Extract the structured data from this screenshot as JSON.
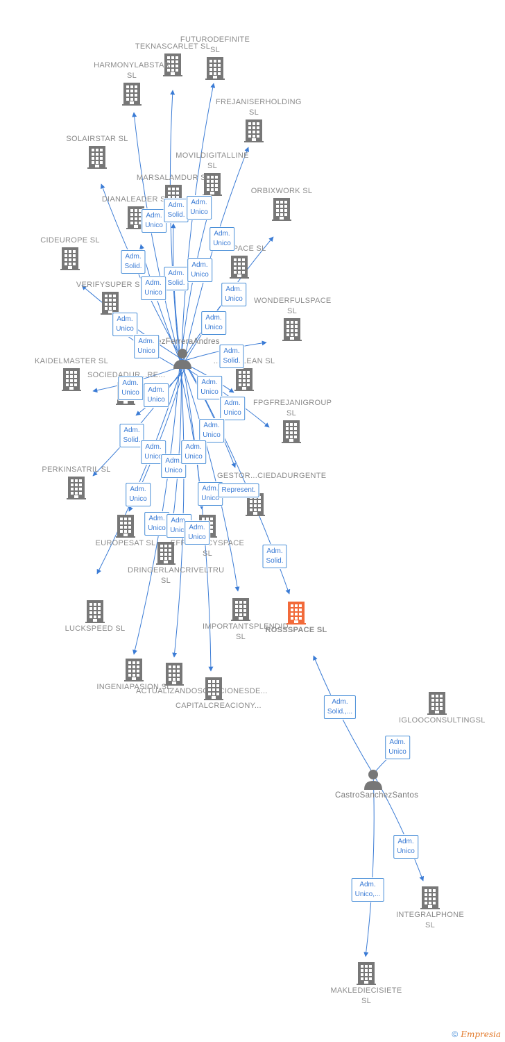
{
  "colors": {
    "edge": "#3a7bd5",
    "building": "#777777",
    "focus": "#f26a3a",
    "person": "#777777"
  },
  "footer": {
    "copyright_symbol": "©",
    "brand": "Empresia"
  },
  "nodes": [
    {
      "id": "tekna",
      "lines": [
        "TEKNA",
        "SCARLET SL"
      ],
      "type": "company"
    },
    {
      "id": "futuro",
      "lines": [
        "FUTURO",
        "DEFINITE SL"
      ],
      "type": "company"
    },
    {
      "id": "harmony",
      "lines": [
        "HARMONY",
        "LABSTAR SL"
      ],
      "type": "company"
    },
    {
      "id": "frejaniser",
      "lines": [
        "FREJANISER",
        "HOLDING SL"
      ],
      "type": "company"
    },
    {
      "id": "solair",
      "lines": [
        "SOLAIR",
        "STAR SL"
      ],
      "type": "company"
    },
    {
      "id": "movil",
      "lines": [
        "MOVIL",
        "DIGITAL",
        "LINE SL"
      ],
      "type": "company"
    },
    {
      "id": "marsal",
      "lines": [
        "MARSAL",
        "AMDUR SL"
      ],
      "type": "company"
    },
    {
      "id": "orbix",
      "lines": [
        "ORBIX",
        "WORK SL"
      ],
      "type": "company"
    },
    {
      "id": "diana",
      "lines": [
        "DIANA",
        "LEADER SL"
      ],
      "type": "company"
    },
    {
      "id": "cid",
      "lines": [
        "CID",
        "EUROPE SL"
      ],
      "type": "company"
    },
    {
      "id": "lab",
      "lines": [
        "LAB",
        "SPACE SL"
      ],
      "type": "company"
    },
    {
      "id": "verify",
      "lines": [
        "VERIFY",
        "SUPER SL"
      ],
      "type": "company"
    },
    {
      "id": "wonderful",
      "lines": [
        "WONDERFUL",
        "SPACE SL"
      ],
      "type": "company"
    },
    {
      "id": "velez",
      "lines": [
        "Velez",
        "Ferrera",
        "Andres"
      ],
      "type": "person"
    },
    {
      "id": "kaidel",
      "lines": [
        "KAIDEL",
        "MASTER SL"
      ],
      "type": "company"
    },
    {
      "id": "sociedad",
      "lines": [
        "SOCIEDAD",
        "UR...",
        "RE..."
      ],
      "type": "company"
    },
    {
      "id": "clean",
      "lines": [
        "...ANT",
        "CLEAN SL"
      ],
      "type": "company"
    },
    {
      "id": "fpg",
      "lines": [
        "FPG",
        "FREJANI",
        "GROUP SL"
      ],
      "type": "company"
    },
    {
      "id": "perkins",
      "lines": [
        "PERKINS",
        "ATRIL SL"
      ],
      "type": "company"
    },
    {
      "id": "gestor",
      "lines": [
        "GESTOR",
        "...CIEDADURGENTE SL"
      ],
      "type": "company"
    },
    {
      "id": "europe",
      "lines": [
        "EUROPE",
        "SAT SL"
      ],
      "type": "company"
    },
    {
      "id": "efficiency",
      "lines": [
        "EFFICIENCY",
        "SPACE SL"
      ],
      "type": "company"
    },
    {
      "id": "dringer",
      "lines": [
        "DRINGER",
        "LAN",
        "CRIVELTRU SL"
      ],
      "type": "company"
    },
    {
      "id": "luck",
      "lines": [
        "LUCK",
        "SPEED SL"
      ],
      "type": "company"
    },
    {
      "id": "important",
      "lines": [
        "IMPORTANT",
        "SPLENDID SL"
      ],
      "type": "company"
    },
    {
      "id": "ross",
      "lines": [
        "ROSS",
        "SPACE SL"
      ],
      "type": "focus"
    },
    {
      "id": "ingenia",
      "lines": [
        "INGENIA",
        "PASION SL"
      ],
      "type": "company"
    },
    {
      "id": "actualizando",
      "lines": [
        "ACTUALIZANDO",
        "SOLUCIONES",
        "DE..."
      ],
      "type": "company"
    },
    {
      "id": "capital",
      "lines": [
        "CAPITAL",
        "CREACION",
        "Y..."
      ],
      "type": "company"
    },
    {
      "id": "igloo",
      "lines": [
        "IGLOO",
        "CONSULTING",
        "SL"
      ],
      "type": "company"
    },
    {
      "id": "castro",
      "lines": [
        "Castro",
        "Sanchez",
        "Santos"
      ],
      "type": "person"
    },
    {
      "id": "integral",
      "lines": [
        "INTEGRAL",
        "PHONE SL"
      ],
      "type": "company"
    },
    {
      "id": "makle",
      "lines": [
        "MAKLE",
        "DIECISIETE SL"
      ],
      "type": "company"
    }
  ],
  "edges": [
    {
      "from": "velez",
      "to": "tekna"
    },
    {
      "from": "velez",
      "to": "futuro"
    },
    {
      "from": "velez",
      "to": "harmony"
    },
    {
      "from": "velez",
      "to": "frejaniser"
    },
    {
      "from": "velez",
      "to": "solair"
    },
    {
      "from": "velez",
      "to": "movil"
    },
    {
      "from": "velez",
      "to": "marsal"
    },
    {
      "from": "velez",
      "to": "orbix"
    },
    {
      "from": "velez",
      "to": "diana"
    },
    {
      "from": "velez",
      "to": "cid"
    },
    {
      "from": "velez",
      "to": "lab"
    },
    {
      "from": "velez",
      "to": "verify"
    },
    {
      "from": "velez",
      "to": "wonderful"
    },
    {
      "from": "velez",
      "to": "kaidel"
    },
    {
      "from": "velez",
      "to": "sociedad"
    },
    {
      "from": "velez",
      "to": "clean"
    },
    {
      "from": "velez",
      "to": "fpg"
    },
    {
      "from": "velez",
      "to": "perkins"
    },
    {
      "from": "velez",
      "to": "gestor"
    },
    {
      "from": "velez",
      "to": "europe"
    },
    {
      "from": "velez",
      "to": "efficiency"
    },
    {
      "from": "velez",
      "to": "dringer"
    },
    {
      "from": "velez",
      "to": "luck"
    },
    {
      "from": "velez",
      "to": "important"
    },
    {
      "from": "velez",
      "to": "ross"
    },
    {
      "from": "velez",
      "to": "ingenia"
    },
    {
      "from": "velez",
      "to": "actualizando"
    },
    {
      "from": "velez",
      "to": "capital"
    },
    {
      "from": "castro",
      "to": "ross"
    },
    {
      "from": "castro",
      "to": "igloo"
    },
    {
      "from": "castro",
      "to": "integral"
    },
    {
      "from": "castro",
      "to": "makle"
    }
  ],
  "badges": [
    {
      "lines": [
        "Adm.",
        "Unico"
      ]
    },
    {
      "lines": [
        "Adm.",
        "Solid."
      ]
    },
    {
      "lines": [
        "Adm.",
        "Unico"
      ]
    },
    {
      "lines": [
        "Adm.",
        "Unico"
      ]
    },
    {
      "lines": [
        "Adm.",
        "Solid."
      ]
    },
    {
      "lines": [
        "Adm.",
        "Solid."
      ]
    },
    {
      "lines": [
        "Adm.",
        "Unico"
      ]
    },
    {
      "lines": [
        "Adm.",
        "Unico"
      ]
    },
    {
      "lines": [
        "Adm.",
        "Unico"
      ]
    },
    {
      "lines": [
        "Adm.",
        "Unico"
      ]
    },
    {
      "lines": [
        "Adm.",
        "Unico"
      ]
    },
    {
      "lines": [
        "Adm.",
        "Unico"
      ]
    },
    {
      "lines": [
        "Adm.",
        "Solid."
      ]
    },
    {
      "lines": [
        "Adm.",
        "Unico"
      ]
    },
    {
      "lines": [
        "Adm.",
        "Unico"
      ]
    },
    {
      "lines": [
        "Adm.",
        "Unico"
      ]
    },
    {
      "lines": [
        "Adm.",
        "Unico"
      ]
    },
    {
      "lines": [
        "Adm.",
        "Unico"
      ]
    },
    {
      "lines": [
        "Adm.",
        "Solid."
      ]
    },
    {
      "lines": [
        "Adm.",
        "Unico"
      ]
    },
    {
      "lines": [
        "Adm.",
        "Unico"
      ]
    },
    {
      "lines": [
        "Adm.",
        "Unico"
      ]
    },
    {
      "lines": [
        "Adm.",
        "Unico"
      ]
    },
    {
      "lines": [
        "Adm.",
        "Unico"
      ]
    },
    {
      "lines": [
        "Represent."
      ]
    },
    {
      "lines": [
        "Adm.",
        "Unico"
      ]
    },
    {
      "lines": [
        "Adm.",
        "Unico"
      ]
    },
    {
      "lines": [
        "Adm.",
        "Unico"
      ]
    },
    {
      "lines": [
        "Adm.",
        "Solid."
      ]
    },
    {
      "lines": [
        "Adm.",
        "Solid.,..."
      ]
    },
    {
      "lines": [
        "Adm.",
        "Unico"
      ]
    },
    {
      "lines": [
        "Adm.",
        "Unico"
      ]
    },
    {
      "lines": [
        "Adm.",
        "Unico,..."
      ]
    }
  ]
}
